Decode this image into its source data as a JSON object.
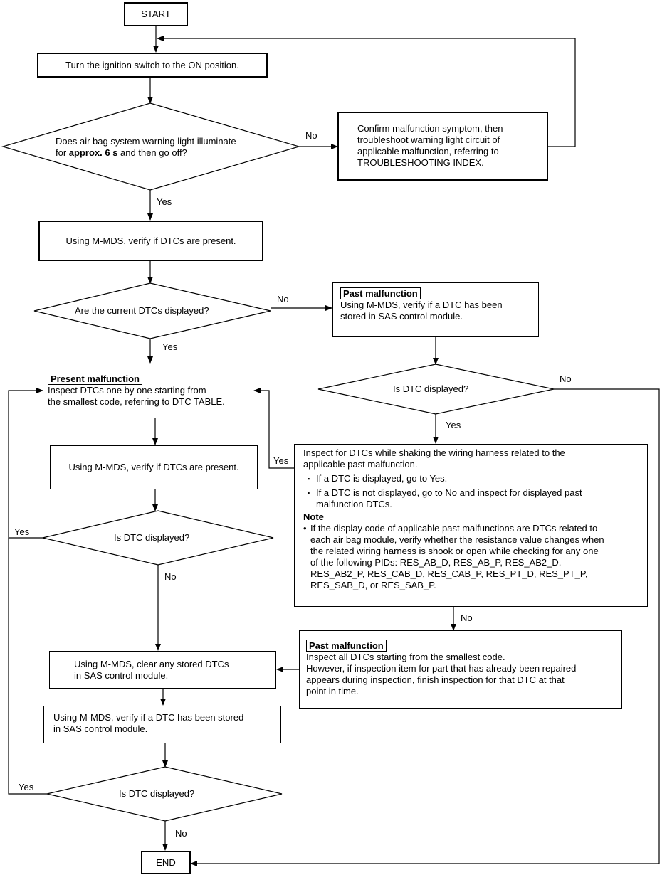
{
  "start": "START",
  "end": "END",
  "step_ignition": "Turn the ignition switch to the ON position.",
  "q_warning_light": {
    "line1": "Does air bag system warning light illuminate",
    "line2_pre": "for ",
    "line2_bold": "approx. 6 s",
    "line2_post": " and then go off?"
  },
  "confirm_box": {
    "line1": "Confirm malfunction symptom, then",
    "line2": "troubleshoot warning light circuit of",
    "line3": "applicable malfunction, referring to",
    "line4": "TROUBLESHOOTING INDEX."
  },
  "step_verify_dtcs": "Using M-MDS, verify if DTCs are present.",
  "q_current_dtcs": "Are the current DTCs displayed?",
  "past_box_1": {
    "tag": "Past malfunction",
    "line1": "Using M-MDS, verify if a DTC has been",
    "line2": "stored in SAS control module."
  },
  "present_box": {
    "tag": "Present malfunction",
    "line1": "Inspect DTCs one by one starting from",
    "line2": "the smallest code, referring to DTC TABLE."
  },
  "q_dtc_displayed_right": "Is DTC displayed?",
  "step_verify_dtcs_2": "Using M-MDS, verify if DTCs are present.",
  "shake_box": {
    "line1": "Inspect for DTCs while shaking the wiring harness related to the",
    "line2": "applicable past malfunction.",
    "bullet1": "If a DTC is displayed, go to Yes.",
    "bullet2a": "If a DTC is not displayed, go to No and inspect for displayed past",
    "bullet2b": "malfunction DTCs.",
    "note_title": "Note",
    "note1": "If the display code of applicable past malfunctions are DTCs related to",
    "note2": "each air bag module, verify whether the resistance value changes when",
    "note3": "the related wiring harness is shook or open while checking for any one",
    "note4": "of the following PIDs: RES_AB_D, RES_AB_P, RES_AB2_D,",
    "note5": "RES_AB2_P, RES_CAB_D, RES_CAB_P, RES_PT_D, RES_PT_P,",
    "note6": "RES_SAB_D, or RES_SAB_P."
  },
  "q_dtc_displayed_mid": "Is DTC displayed?",
  "past_box_2": {
    "tag": "Past malfunction",
    "line1": "Inspect all DTCs starting from the smallest code.",
    "line2": "However, if inspection item for part that has already been repaired",
    "line3": "appears during inspection, finish inspection for that DTC at that",
    "line4": "point in time."
  },
  "step_clear": {
    "line1": "Using M-MDS, clear any stored DTCs",
    "line2": "in SAS control module."
  },
  "step_verify_stored": {
    "line1": "Using M-MDS, verify if a DTC has been stored",
    "line2": "in SAS control module."
  },
  "q_dtc_displayed_bottom": "Is DTC displayed?",
  "labels": {
    "no1": "No",
    "yes1": "Yes",
    "no2": "No",
    "yes2": "Yes",
    "no3": "No",
    "yes3": "Yes",
    "yes4": "Yes",
    "yes5": "Yes",
    "no4": "No",
    "no5": "No",
    "yes6": "Yes",
    "no6": "No"
  }
}
